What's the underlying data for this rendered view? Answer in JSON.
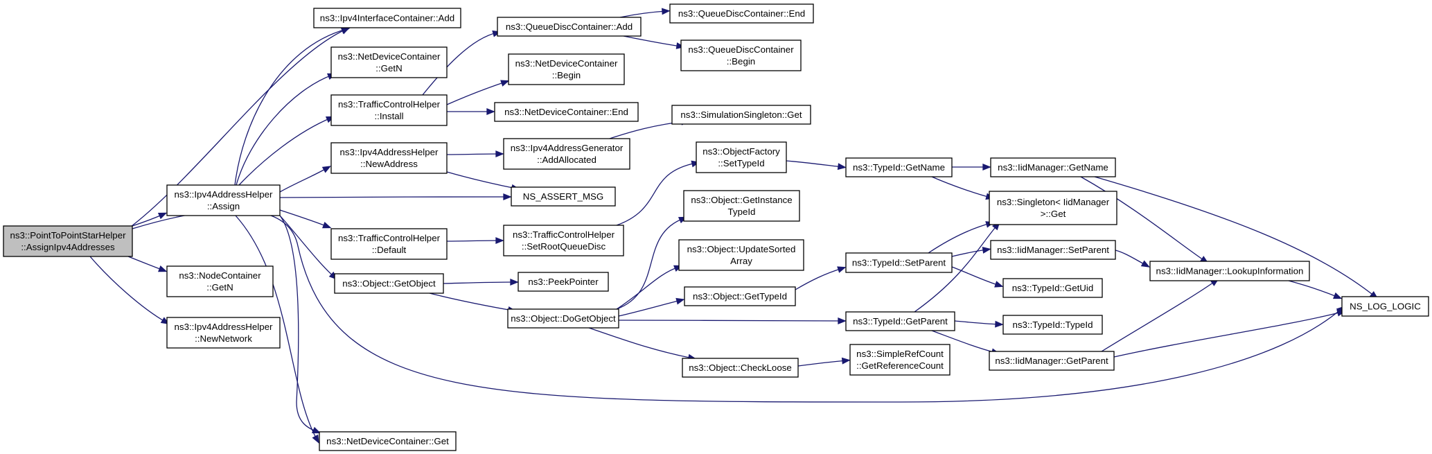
{
  "diagram": {
    "nodes": [
      {
        "id": "root",
        "lines": [
          "ns3::PointToPointStarHelper",
          "::AssignIpv4Addresses"
        ]
      },
      {
        "id": "ipv4ifc_add",
        "lines": [
          "ns3::Ipv4InterfaceContainer::Add"
        ]
      },
      {
        "id": "ndc_getn",
        "lines": [
          "ns3::NetDeviceContainer",
          "::GetN"
        ]
      },
      {
        "id": "tch_install",
        "lines": [
          "ns3::TrafficControlHelper",
          "::Install"
        ]
      },
      {
        "id": "iah_newaddress",
        "lines": [
          "ns3::Ipv4AddressHelper",
          "::NewAddress"
        ]
      },
      {
        "id": "iah_assign",
        "lines": [
          "ns3::Ipv4AddressHelper",
          "::Assign"
        ]
      },
      {
        "id": "tch_default",
        "lines": [
          "ns3::TrafficControlHelper",
          "::Default"
        ]
      },
      {
        "id": "obj_getobject",
        "lines": [
          "ns3::Object::GetObject"
        ]
      },
      {
        "id": "nc_getn",
        "lines": [
          "ns3::NodeContainer",
          "::GetN"
        ]
      },
      {
        "id": "iah_newnetwork",
        "lines": [
          "ns3::Ipv4AddressHelper",
          "::NewNetwork"
        ]
      },
      {
        "id": "ndc_get",
        "lines": [
          "ns3::NetDeviceContainer::Get"
        ]
      },
      {
        "id": "qdc_add",
        "lines": [
          "ns3::QueueDiscContainer::Add"
        ]
      },
      {
        "id": "ndc_begin",
        "lines": [
          "ns3::NetDeviceContainer",
          "::Begin"
        ]
      },
      {
        "id": "ndc_end",
        "lines": [
          "ns3::NetDeviceContainer::End"
        ]
      },
      {
        "id": "iag_addallocated",
        "lines": [
          "ns3::Ipv4AddressGenerator",
          "::AddAllocated"
        ]
      },
      {
        "id": "ns_assert_msg",
        "lines": [
          "NS_ASSERT_MSG"
        ]
      },
      {
        "id": "tch_setrootqueuedisc",
        "lines": [
          "ns3::TrafficControlHelper",
          "::SetRootQueueDisc"
        ]
      },
      {
        "id": "peekpointer",
        "lines": [
          "ns3::PeekPointer"
        ]
      },
      {
        "id": "obj_dogetobject",
        "lines": [
          "ns3::Object::DoGetObject"
        ]
      },
      {
        "id": "qdc_end",
        "lines": [
          "ns3::QueueDiscContainer::End"
        ]
      },
      {
        "id": "qdc_begin",
        "lines": [
          "ns3::QueueDiscContainer",
          "::Begin"
        ]
      },
      {
        "id": "simsingleton_get",
        "lines": [
          "ns3::SimulationSingleton::Get"
        ]
      },
      {
        "id": "of_settypeid",
        "lines": [
          "ns3::ObjectFactory",
          "::SetTypeId"
        ]
      },
      {
        "id": "obj_getinstancetypeid",
        "lines": [
          "ns3::Object::GetInstance",
          "TypeId"
        ]
      },
      {
        "id": "obj_updatesortedarray",
        "lines": [
          "ns3::Object::UpdateSorted",
          "Array"
        ]
      },
      {
        "id": "obj_gettypeid",
        "lines": [
          "ns3::Object::GetTypeId"
        ]
      },
      {
        "id": "obj_checkloose",
        "lines": [
          "ns3::Object::CheckLoose"
        ]
      },
      {
        "id": "typeid_getname",
        "lines": [
          "ns3::TypeId::GetName"
        ]
      },
      {
        "id": "typeid_setparent",
        "lines": [
          "ns3::TypeId::SetParent"
        ]
      },
      {
        "id": "typeid_getparent",
        "lines": [
          "ns3::TypeId::GetParent"
        ]
      },
      {
        "id": "src_getreferencecount",
        "lines": [
          "ns3::SimpleRefCount",
          "::GetReferenceCount"
        ]
      },
      {
        "id": "iidm_getname",
        "lines": [
          "ns3::IidManager::GetName"
        ]
      },
      {
        "id": "singleton_get",
        "lines": [
          "ns3::Singleton< IidManager",
          " >::Get"
        ]
      },
      {
        "id": "iidm_setparent",
        "lines": [
          "ns3::IidManager::SetParent"
        ]
      },
      {
        "id": "typeid_getuid",
        "lines": [
          "ns3::TypeId::GetUid"
        ]
      },
      {
        "id": "typeid_typeid",
        "lines": [
          "ns3::TypeId::TypeId"
        ]
      },
      {
        "id": "iidm_getparent",
        "lines": [
          "ns3::IidManager::GetParent"
        ]
      },
      {
        "id": "iidm_lookupinformation",
        "lines": [
          "ns3::IidManager::LookupInformation"
        ]
      },
      {
        "id": "ns_log_logic",
        "lines": [
          "NS_LOG_LOGIC"
        ]
      }
    ]
  }
}
